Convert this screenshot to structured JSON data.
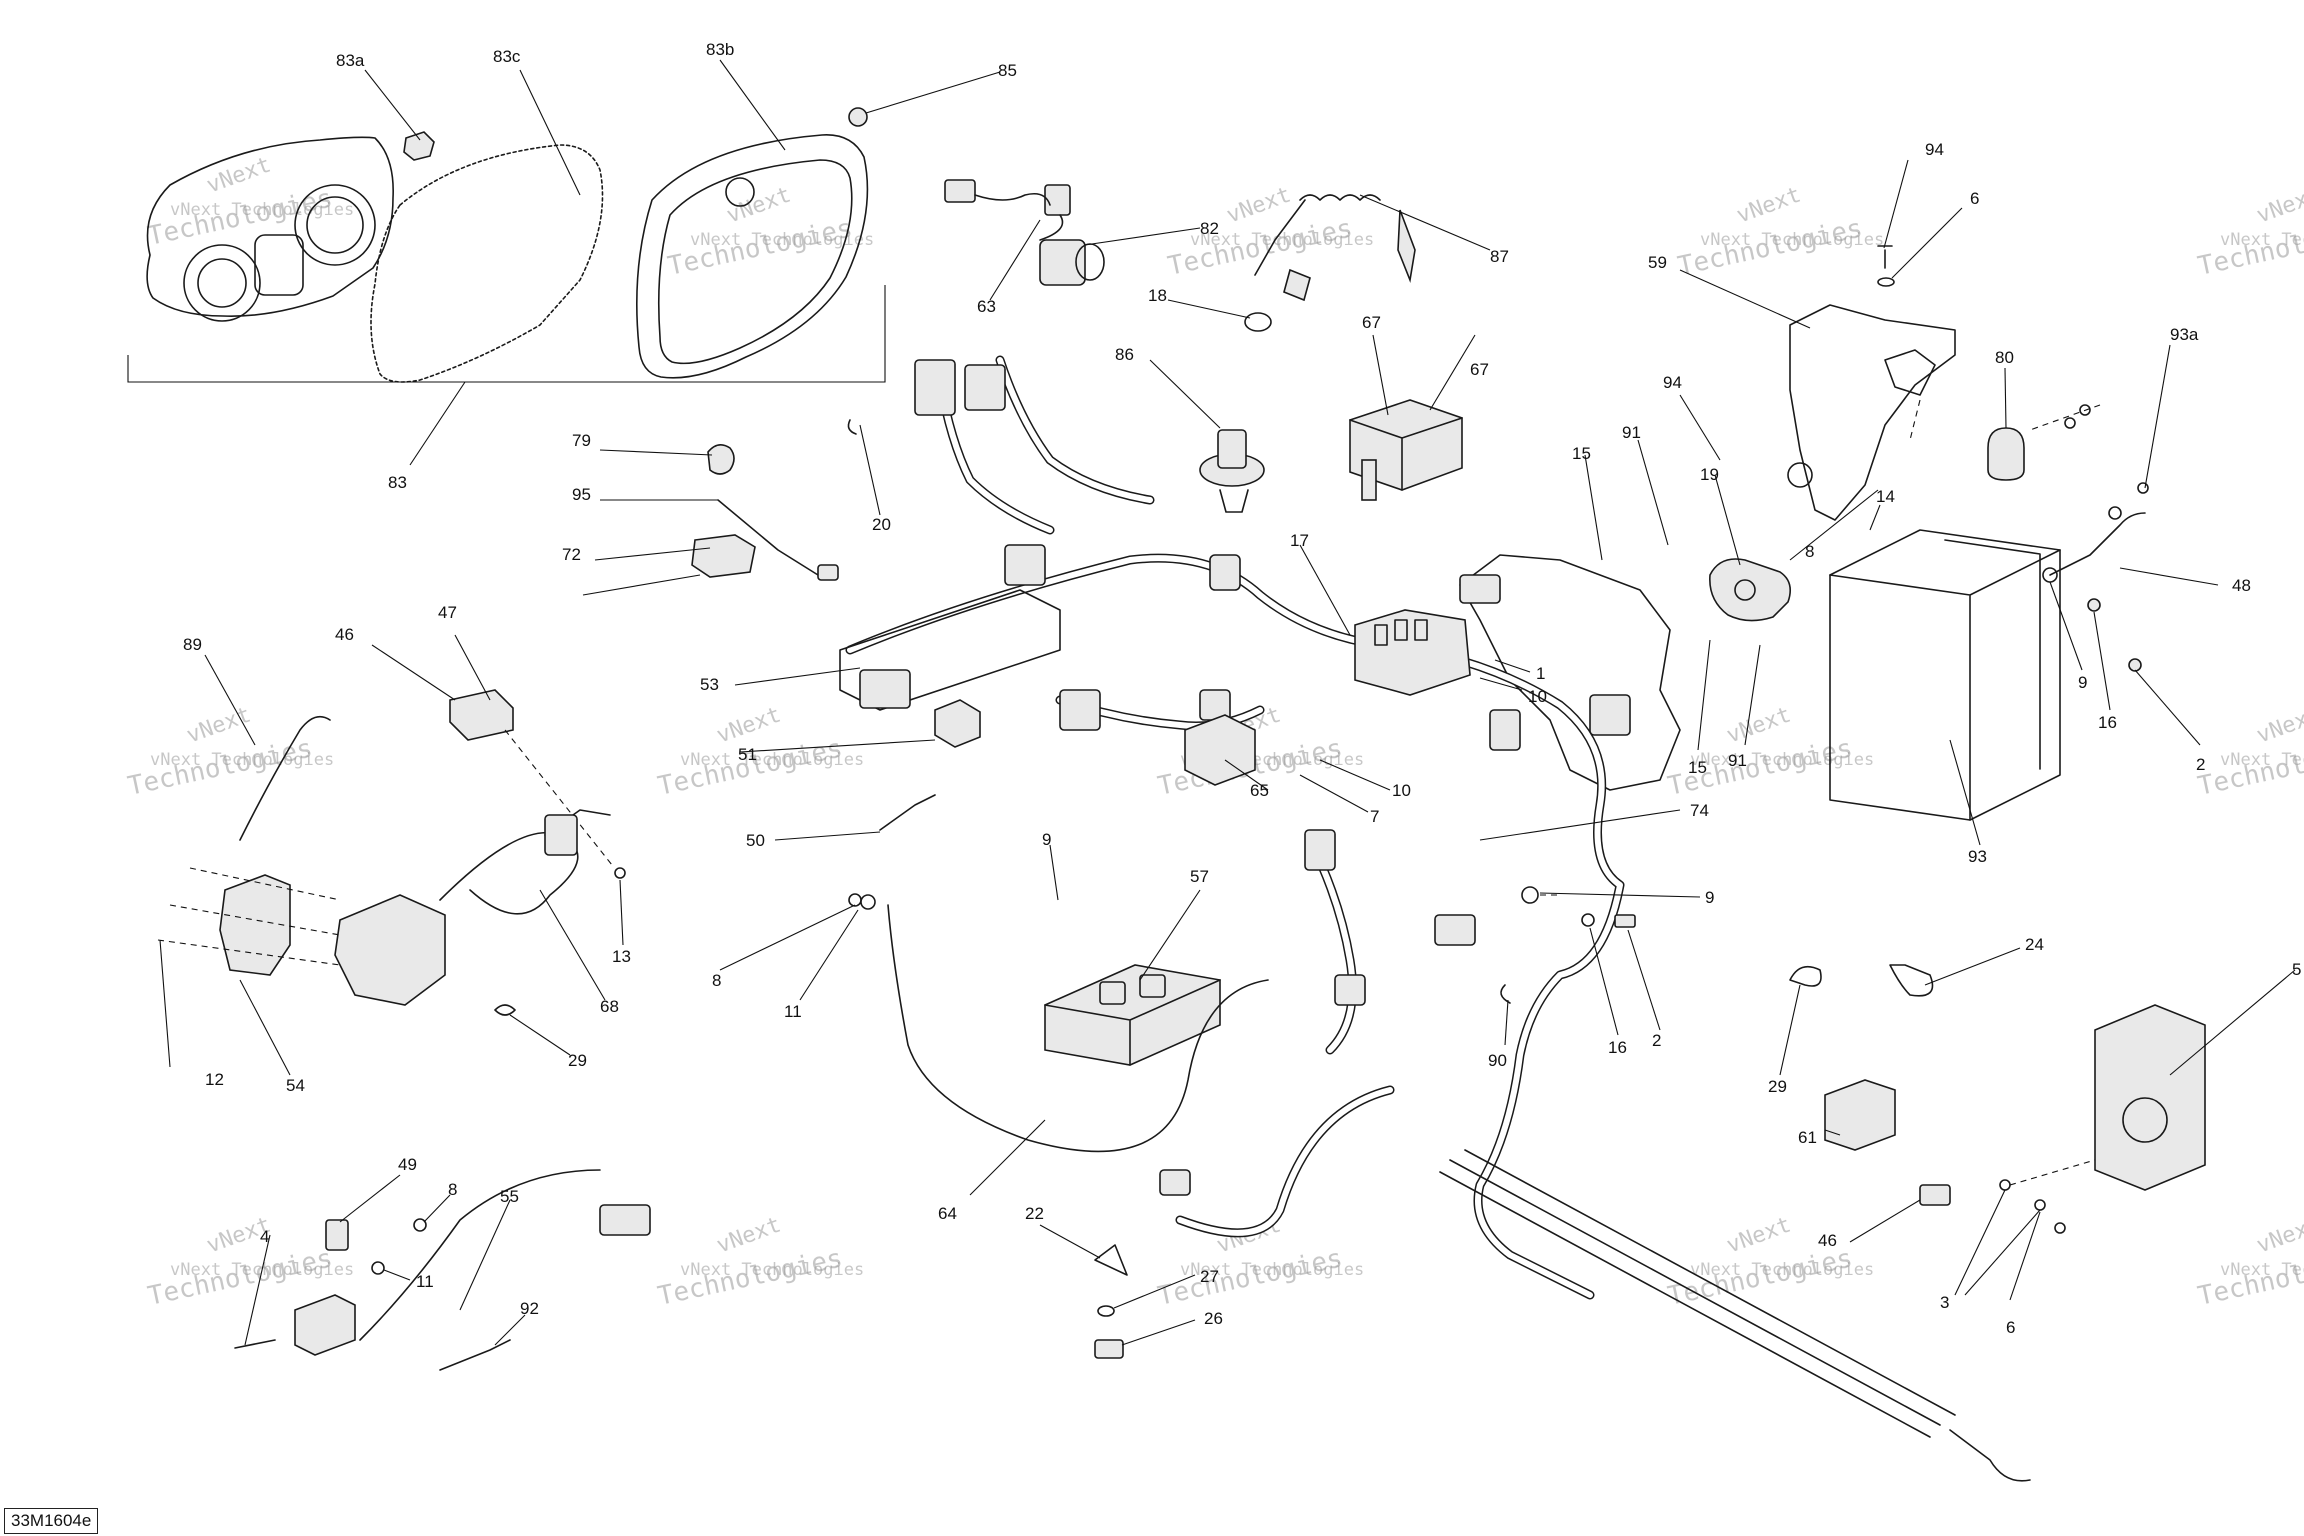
{
  "diagram": {
    "code": "33M1604e",
    "watermark_line1": "vNext Technologies",
    "watermark_line2": "Technologies",
    "watermark_badge": "vNext",
    "callouts": [
      {
        "id": "c83a",
        "label": "83a"
      },
      {
        "id": "c83c",
        "label": "83c"
      },
      {
        "id": "c83b",
        "label": "83b"
      },
      {
        "id": "c85",
        "label": "85"
      },
      {
        "id": "c83",
        "label": "83"
      },
      {
        "id": "c82",
        "label": "82"
      },
      {
        "id": "c63",
        "label": "63"
      },
      {
        "id": "c87",
        "label": "87"
      },
      {
        "id": "c18",
        "label": "18"
      },
      {
        "id": "c86",
        "label": "86"
      },
      {
        "id": "c67a",
        "label": "67"
      },
      {
        "id": "c67b",
        "label": "67"
      },
      {
        "id": "c94a",
        "label": "94"
      },
      {
        "id": "c6a",
        "label": "6"
      },
      {
        "id": "c59",
        "label": "59"
      },
      {
        "id": "c80",
        "label": "80"
      },
      {
        "id": "c93a",
        "label": "93a"
      },
      {
        "id": "c94b",
        "label": "94"
      },
      {
        "id": "c91a",
        "label": "91"
      },
      {
        "id": "c15a",
        "label": "15"
      },
      {
        "id": "c19",
        "label": "19"
      },
      {
        "id": "c14",
        "label": "14"
      },
      {
        "id": "c8a",
        "label": "8"
      },
      {
        "id": "c48",
        "label": "48"
      },
      {
        "id": "c9a",
        "label": "9"
      },
      {
        "id": "c16a",
        "label": "16"
      },
      {
        "id": "c2a",
        "label": "2"
      },
      {
        "id": "c93",
        "label": "93"
      },
      {
        "id": "c15b",
        "label": "15"
      },
      {
        "id": "c91b",
        "label": "91"
      },
      {
        "id": "c79",
        "label": "79"
      },
      {
        "id": "c95",
        "label": "95"
      },
      {
        "id": "c20",
        "label": "20"
      },
      {
        "id": "c72",
        "label": "72"
      },
      {
        "id": "c17",
        "label": "17"
      },
      {
        "id": "c1",
        "label": "1"
      },
      {
        "id": "c10a",
        "label": "10"
      },
      {
        "id": "c10b",
        "label": "10"
      },
      {
        "id": "c7",
        "label": "7"
      },
      {
        "id": "c65",
        "label": "65"
      },
      {
        "id": "c74",
        "label": "74"
      },
      {
        "id": "c53",
        "label": "53"
      },
      {
        "id": "c51",
        "label": "51"
      },
      {
        "id": "c50",
        "label": "50"
      },
      {
        "id": "c89",
        "label": "89"
      },
      {
        "id": "c46a",
        "label": "46"
      },
      {
        "id": "c47",
        "label": "47"
      },
      {
        "id": "c13",
        "label": "13"
      },
      {
        "id": "c68",
        "label": "68"
      },
      {
        "id": "c12",
        "label": "12"
      },
      {
        "id": "c54",
        "label": "54"
      },
      {
        "id": "c29a",
        "label": "29"
      },
      {
        "id": "c9b",
        "label": "9"
      },
      {
        "id": "c57",
        "label": "57"
      },
      {
        "id": "c8b",
        "label": "8"
      },
      {
        "id": "c11a",
        "label": "11"
      },
      {
        "id": "c9c",
        "label": "9"
      },
      {
        "id": "c16b",
        "label": "16"
      },
      {
        "id": "c2b",
        "label": "2"
      },
      {
        "id": "c90",
        "label": "90"
      },
      {
        "id": "c24",
        "label": "24"
      },
      {
        "id": "c29b",
        "label": "29"
      },
      {
        "id": "c5",
        "label": "5"
      },
      {
        "id": "c61",
        "label": "61"
      },
      {
        "id": "c46b",
        "label": "46"
      },
      {
        "id": "c3",
        "label": "3"
      },
      {
        "id": "c6b",
        "label": "6"
      },
      {
        "id": "c64",
        "label": "64"
      },
      {
        "id": "c22",
        "label": "22"
      },
      {
        "id": "c27",
        "label": "27"
      },
      {
        "id": "c26",
        "label": "26"
      },
      {
        "id": "c49",
        "label": "49"
      },
      {
        "id": "c8c",
        "label": "8"
      },
      {
        "id": "c55",
        "label": "55"
      },
      {
        "id": "c4",
        "label": "4"
      },
      {
        "id": "c11b",
        "label": "11"
      },
      {
        "id": "c92",
        "label": "92"
      }
    ]
  }
}
